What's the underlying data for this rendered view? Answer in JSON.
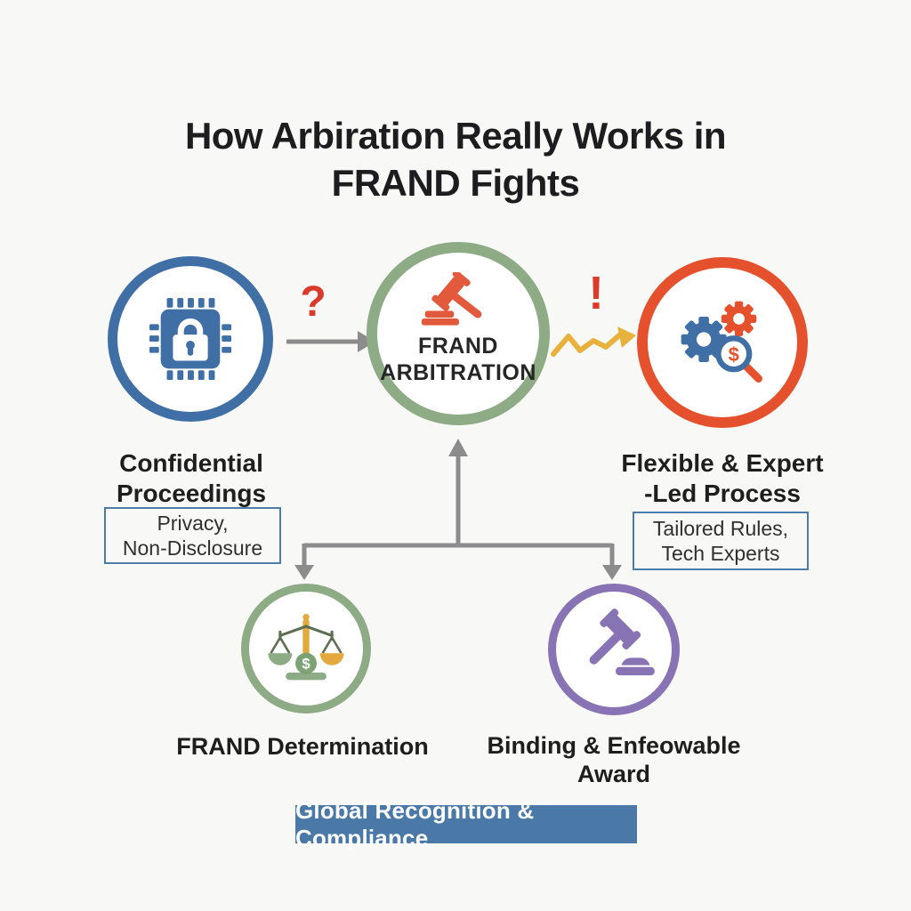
{
  "title": {
    "line1": "How Arbiration Really Works in",
    "line2": "FRAND Fights"
  },
  "marks": {
    "question": "?",
    "exclamation": "!"
  },
  "center_node": {
    "icon": "gavel-icon",
    "line1": "FRAND",
    "line2": "ARBITRATION"
  },
  "left_node": {
    "icon": "chip-lock-icon",
    "label_line1": "Confidential",
    "label_line2": "Proceedings",
    "box_line1": "Privacy,",
    "box_line2": "Non-Disclosure"
  },
  "right_node": {
    "icon": "gears-magnifier-icon",
    "label_line1": "Flexible & Expert",
    "label_line2": "-Led Process",
    "box_line1": "Tailored Rules,",
    "box_line2": "Tech Experts"
  },
  "bottom_left_node": {
    "icon": "scales-of-justice-icon",
    "label": "FRAND Determination"
  },
  "bottom_right_node": {
    "icon": "gavel-block-icon",
    "label_line1": "Binding & Enfeowable",
    "label_line2": "Award"
  },
  "banner": {
    "label": "Global Recognition & Compliance"
  },
  "icon_glyphs": {
    "dollar": "$"
  },
  "colors": {
    "blue": "#3f6fa5",
    "sage_green": "#8dab84",
    "orange_red": "#e5512d",
    "purple": "#8873b5",
    "gold": "#e8b13c",
    "arrow_gray": "#8c8c8c",
    "mark_red": "#d93a2a",
    "banner_blue": "#4a79a8",
    "box_border_blue": "#4e7ca8"
  }
}
